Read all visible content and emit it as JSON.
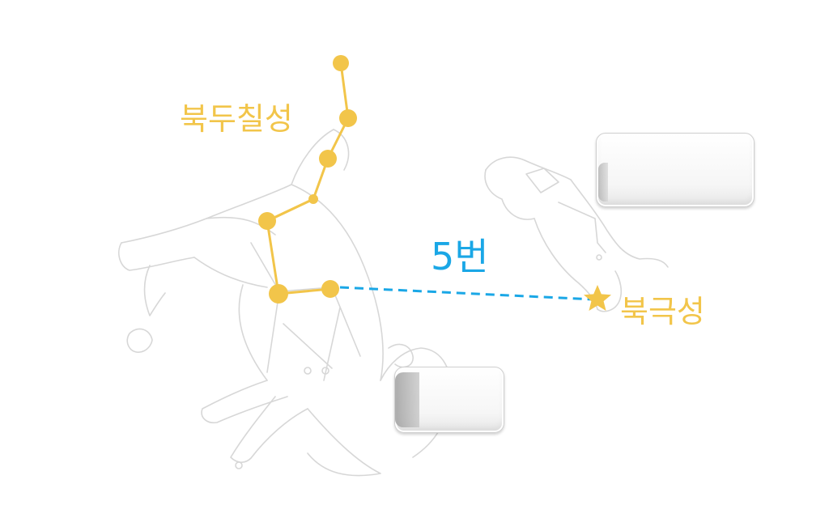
{
  "labels": {
    "big_dipper": "북두칠성",
    "polaris": "북극성",
    "distance": "5번"
  },
  "colors": {
    "constellation": "#f2c54a",
    "distance_line": "#1aa7e6",
    "outline": "#d7d7d7"
  },
  "icons": {
    "polaris_marker": "star-icon"
  }
}
